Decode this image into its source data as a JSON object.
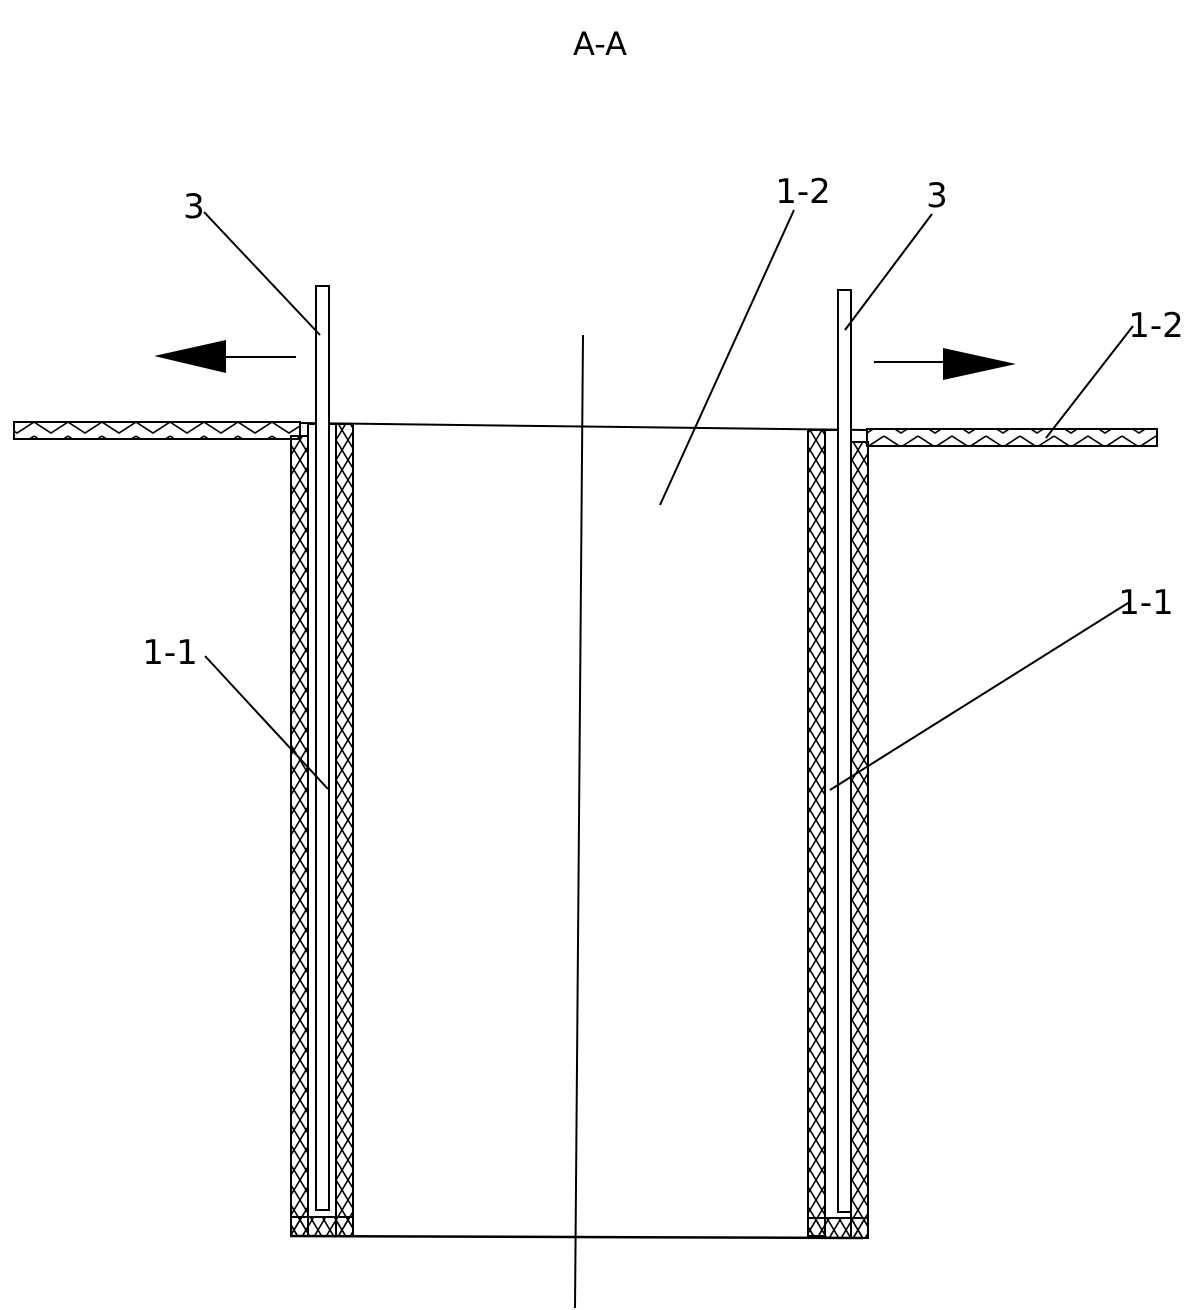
{
  "section_title": "A-A",
  "labels": {
    "pipe_left": "3",
    "pipe_right": "3",
    "cavity": "1-2",
    "flange_right": "1-2",
    "wall_left": "1-1",
    "wall_right": "1-1"
  },
  "colors": {
    "ink": "#000000",
    "background": "#ffffff"
  }
}
